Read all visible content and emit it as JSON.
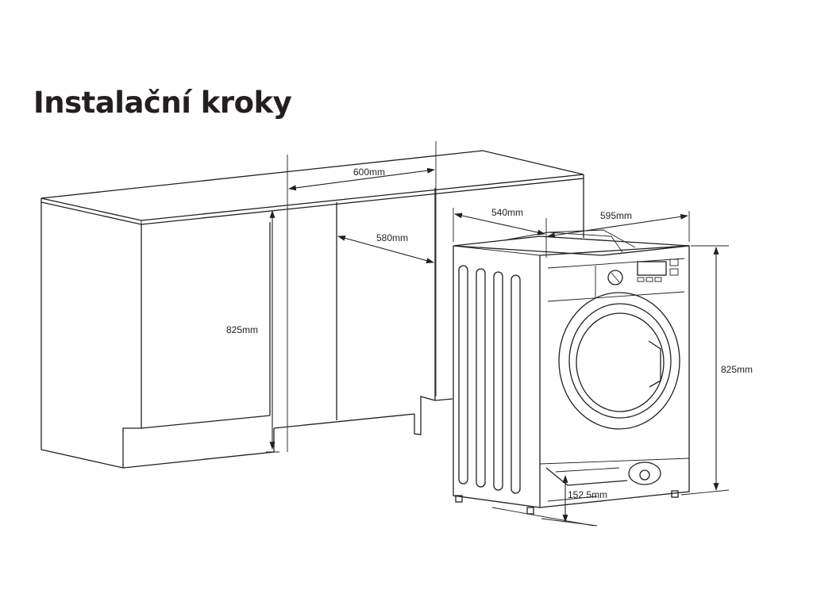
{
  "page": {
    "title": "Instalační kroky"
  },
  "dimensions": {
    "cabinet_width": "600mm",
    "cabinet_depth": "580mm",
    "cabinet_height": "825mm",
    "machine_depth": "540mm",
    "machine_width": "595mm",
    "machine_height": "825mm",
    "plinth_height": "152.5mm"
  },
  "icons": {
    "cabinet": "built-in-cabinet-drawing",
    "machine": "washing-machine-drawing"
  }
}
